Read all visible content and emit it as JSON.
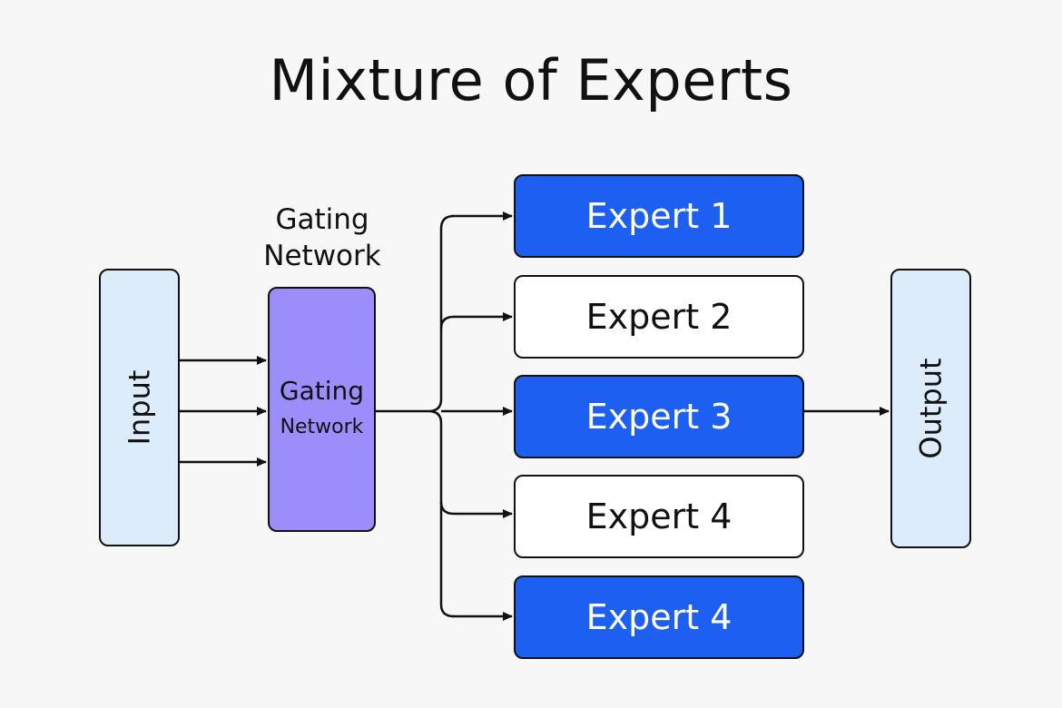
{
  "title": "Mixture of Experts",
  "input": {
    "label": "Input"
  },
  "gating": {
    "heading_line1": "Gating",
    "heading_line2": "Network",
    "box_line1": "Gating",
    "box_line2": "Network",
    "color": "#9b8dfa"
  },
  "experts": [
    {
      "label": "Expert 1",
      "active": true
    },
    {
      "label": "Expert 2",
      "active": false
    },
    {
      "label": "Expert 3",
      "active": true
    },
    {
      "label": "Expert 4",
      "active": false
    },
    {
      "label": "Expert 4",
      "active": true
    }
  ],
  "output": {
    "label": "Output"
  },
  "colors": {
    "active_expert": "#1d5ff0",
    "io_box": "#dcecfa",
    "background": "#f7f7f7"
  }
}
